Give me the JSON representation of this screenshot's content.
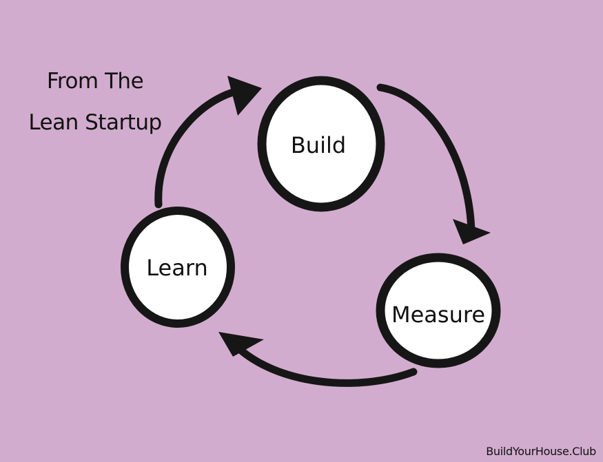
{
  "colors": {
    "background": "#d2acce",
    "ink": "#161616",
    "node_fill": "#ffffff"
  },
  "caption": {
    "line1": "From The",
    "line2": "Lean Startup"
  },
  "nodes": {
    "build": "Build",
    "measure": "Measure",
    "learn": "Learn"
  },
  "footer": {
    "site": "BuildYourHouse.Club"
  }
}
